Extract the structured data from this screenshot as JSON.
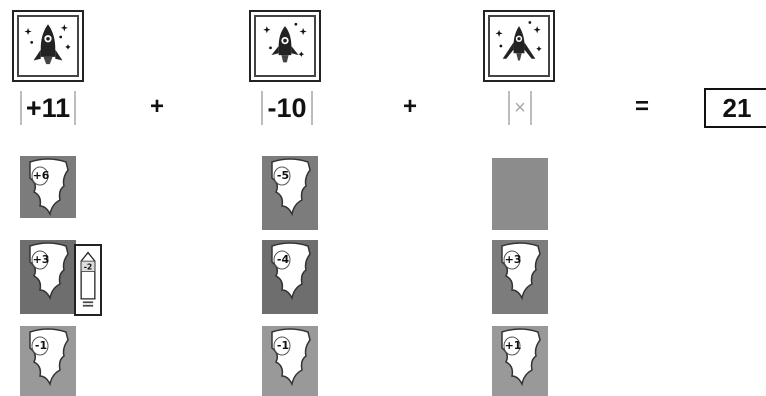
{
  "players": [
    {
      "score": "+11",
      "emblem": "rocket-icon",
      "cards": [
        "+6",
        "+3",
        "-1"
      ],
      "attachment": "-2"
    },
    {
      "score": "-10",
      "emblem": "rocket-icon",
      "cards": [
        "-5",
        "-4",
        "-1"
      ]
    },
    {
      "score": "×",
      "emblem": "rocket-icon",
      "cards": [
        "",
        "+3",
        "+1"
      ]
    }
  ],
  "operators": [
    "+",
    "+",
    "="
  ],
  "total": "21"
}
